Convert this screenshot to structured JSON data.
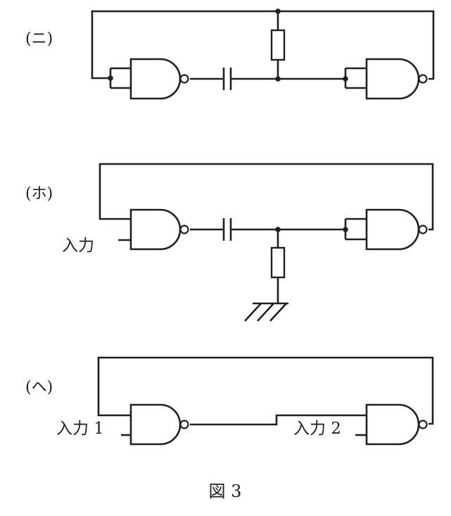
{
  "circuits": [
    {
      "label": "(ニ)"
    },
    {
      "label": "(ホ)",
      "input_label": "入力"
    },
    {
      "label": "(ヘ)",
      "input1_label": "入力 1",
      "input2_label": "入力 2"
    }
  ],
  "caption": "図 3",
  "colors": {
    "ink": "#231f20",
    "background": "#ffffff"
  }
}
